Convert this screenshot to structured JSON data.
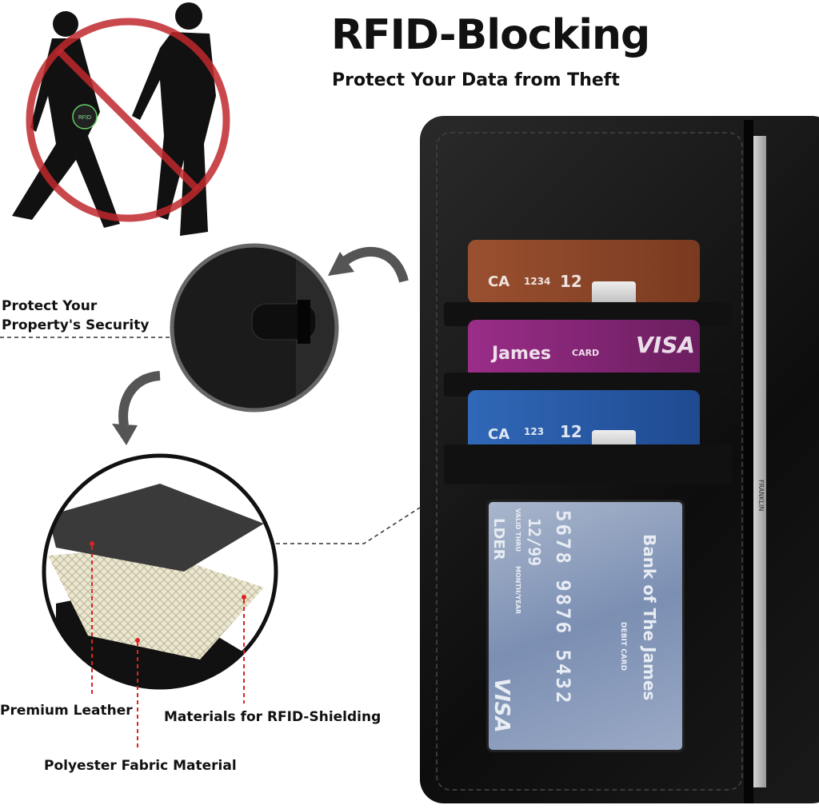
{
  "header": {
    "title": "RFID-Blocking",
    "subtitle": "Protect Your Data from Theft"
  },
  "prohibition": {
    "icon_label": "RFID",
    "color": "#c0282d"
  },
  "callouts": {
    "security_line1": "Protect Your",
    "security_line2": "Property's Security",
    "leather": "Premium Leather",
    "shielding": "Materials for RFID-Shielding",
    "polyester": "Polyester Fabric Material"
  },
  "cards": [
    {
      "color": "#8a4526",
      "text1": "CA",
      "text2": "1234",
      "text3": "12"
    },
    {
      "color": "#8a2a7a",
      "text1": "James",
      "text2": "CARD",
      "text3": "VISA"
    },
    {
      "color": "#2a5aa8",
      "text1": "CA",
      "text2": "123",
      "text3": "12"
    }
  ],
  "id_card": {
    "holder": "LDER",
    "number": "5678 9876 5432",
    "valid_thru": "VALID THRU",
    "month_year": "MONTH/YEAR",
    "expiry": "12/99",
    "bank": "Bank of The James",
    "card_type": "DEBIT CARD",
    "network": "VISA"
  },
  "bill_text": "FRANKLIN"
}
